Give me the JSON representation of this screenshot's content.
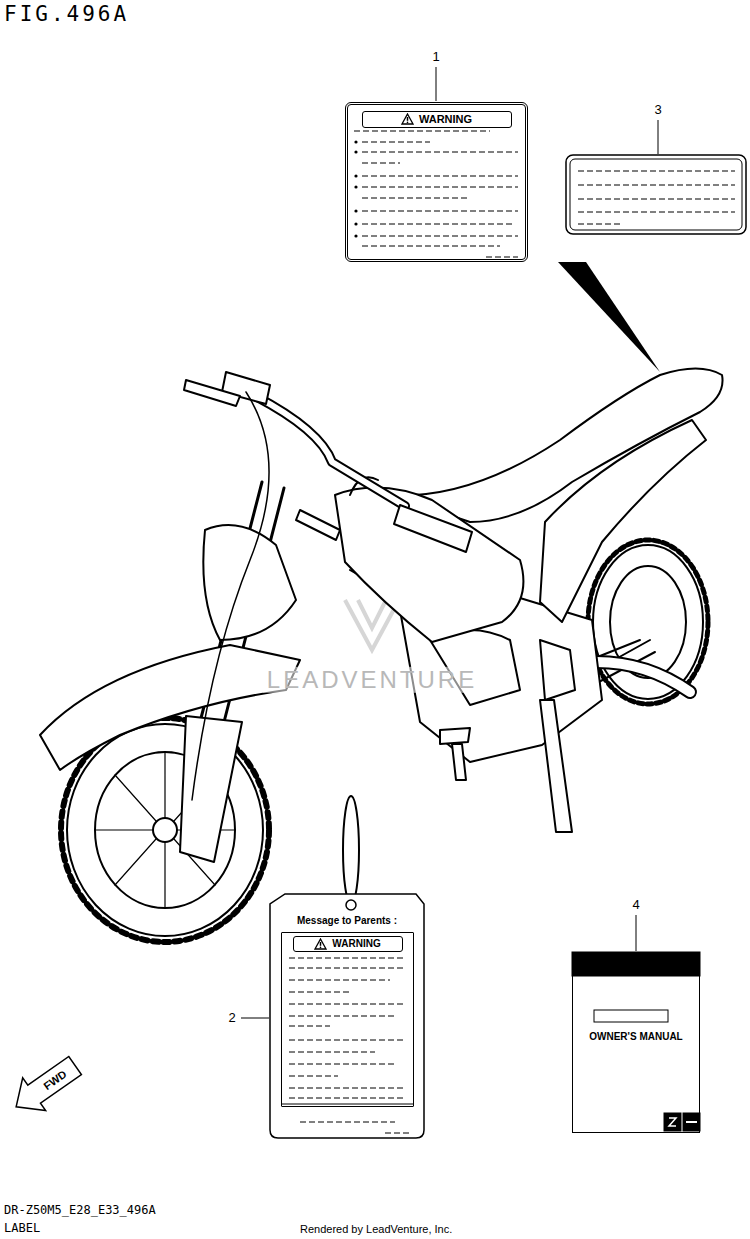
{
  "diagram": {
    "title": "FIG.496A",
    "nodes": [
      {
        "text": [
          "WARNING"
        ]
      },
      {
        "text": [
          "Message to Parents :"
        ]
      },
      {
        "text": [
          "WARNING"
        ],
        "in": 1
      },
      {
        "text": [
          "OWNER'S MANUAL"
        ]
      }
    ],
    "labels": [
      "1",
      "3",
      "2",
      "4",
      "LEADVENTURE",
      "FWD",
      "DR-Z50M5_E28_E33_496A",
      "LABEL",
      "Rendered by LeadVenture, Inc."
    ]
  }
}
